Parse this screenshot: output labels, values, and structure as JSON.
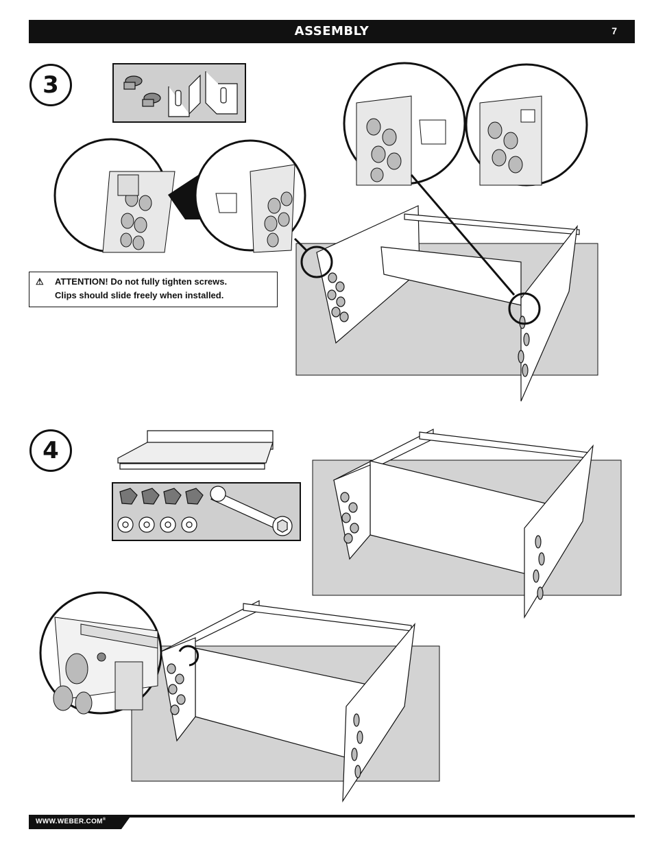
{
  "header": {
    "title": "ASSEMBLY",
    "page_number": "7"
  },
  "steps": [
    {
      "number": "3"
    },
    {
      "number": "4"
    }
  ],
  "attention": {
    "icon": "warning-triangle-icon",
    "line1": "ATTENTION! Do not fully tighten screws.",
    "line2": "Clips should slide freely when installed."
  },
  "footer": {
    "url": "WWW.WEBER.COM",
    "registered_mark": "®"
  }
}
